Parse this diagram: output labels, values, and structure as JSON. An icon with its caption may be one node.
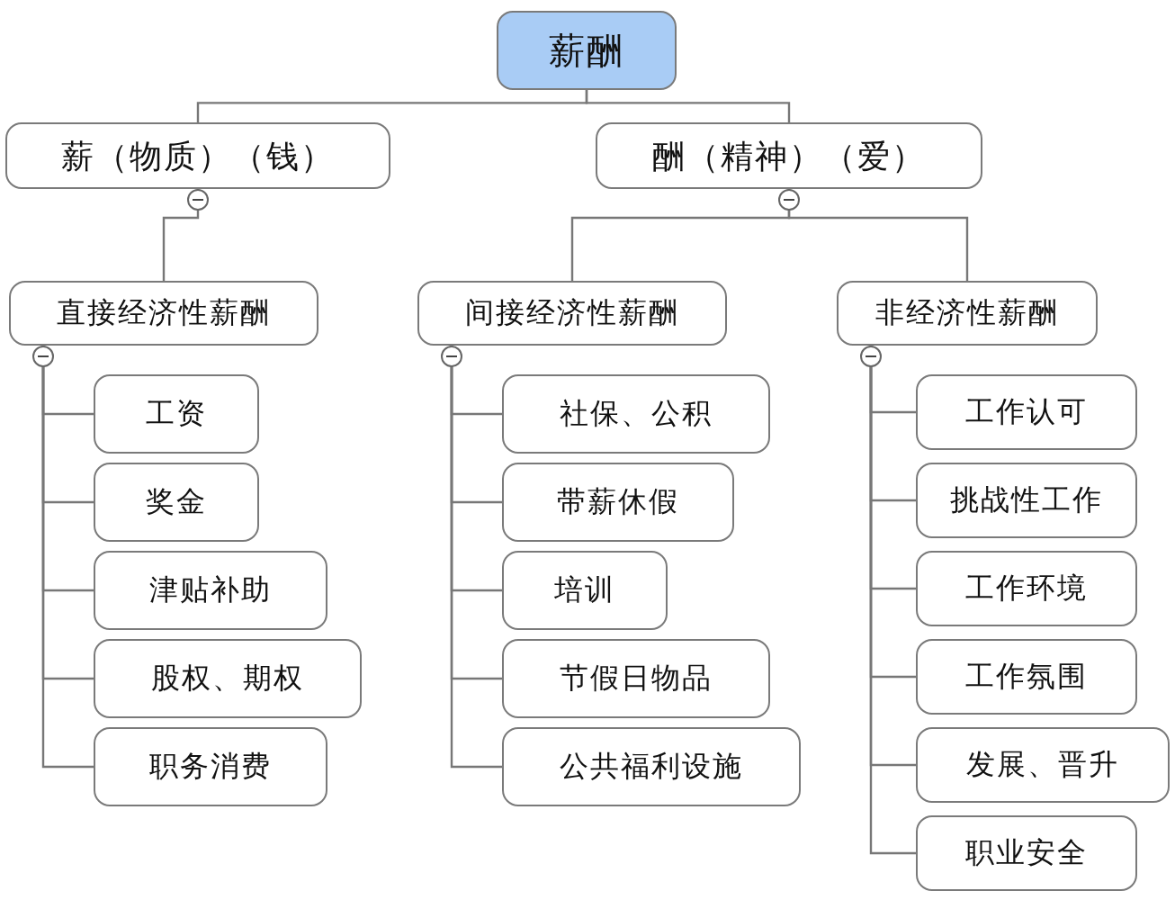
{
  "diagram": {
    "nodes": [
      {
        "text": [
          "薪酬"
        ]
      },
      {
        "text": [
          "薪（物质）（钱）"
        ]
      },
      {
        "text": [
          "酬（精神）（爱）"
        ]
      },
      {
        "text": [
          "直接经济性薪酬"
        ]
      },
      {
        "text": [
          "间接经济性薪酬"
        ]
      },
      {
        "text": [
          "非经济性薪酬"
        ]
      },
      {
        "text": [
          "工资"
        ]
      },
      {
        "text": [
          "奖金"
        ]
      },
      {
        "text": [
          "津贴补助"
        ]
      },
      {
        "text": [
          "股权、期权"
        ]
      },
      {
        "text": [
          "职务消费"
        ]
      },
      {
        "text": [
          "社保、公积"
        ]
      },
      {
        "text": [
          "带薪休假"
        ]
      },
      {
        "text": [
          "培训"
        ]
      },
      {
        "text": [
          "节假日物品"
        ]
      },
      {
        "text": [
          "公共福利设施"
        ]
      },
      {
        "text": [
          "工作认可"
        ]
      },
      {
        "text": [
          "挑战性工作"
        ]
      },
      {
        "text": [
          "工作环境"
        ]
      },
      {
        "text": [
          "工作氛围"
        ]
      },
      {
        "text": [
          "发展、晋升"
        ]
      },
      {
        "text": [
          "职业安全"
        ]
      }
    ],
    "edges": [
      {
        "from": 0,
        "to": 1,
        "arrow": "none"
      },
      {
        "from": 0,
        "to": 2,
        "arrow": "none"
      },
      {
        "from": 1,
        "to": 3,
        "arrow": "none"
      },
      {
        "from": 2,
        "to": 4,
        "arrow": "none"
      },
      {
        "from": 2,
        "to": 5,
        "arrow": "none"
      },
      {
        "from": 3,
        "to": 6,
        "arrow": "none"
      },
      {
        "from": 3,
        "to": 7,
        "arrow": "none"
      },
      {
        "from": 3,
        "to": 8,
        "arrow": "none"
      },
      {
        "from": 3,
        "to": 9,
        "arrow": "none"
      },
      {
        "from": 3,
        "to": 10,
        "arrow": "none"
      },
      {
        "from": 4,
        "to": 11,
        "arrow": "none"
      },
      {
        "from": 4,
        "to": 12,
        "arrow": "none"
      },
      {
        "from": 4,
        "to": 13,
        "arrow": "none"
      },
      {
        "from": 4,
        "to": 14,
        "arrow": "none"
      },
      {
        "from": 4,
        "to": 15,
        "arrow": "none"
      },
      {
        "from": 5,
        "to": 16,
        "arrow": "none"
      },
      {
        "from": 5,
        "to": 17,
        "arrow": "none"
      },
      {
        "from": 5,
        "to": 18,
        "arrow": "none"
      },
      {
        "from": 5,
        "to": 19,
        "arrow": "none"
      },
      {
        "from": 5,
        "to": 20,
        "arrow": "none"
      },
      {
        "from": 5,
        "to": 21,
        "arrow": "none"
      }
    ]
  }
}
